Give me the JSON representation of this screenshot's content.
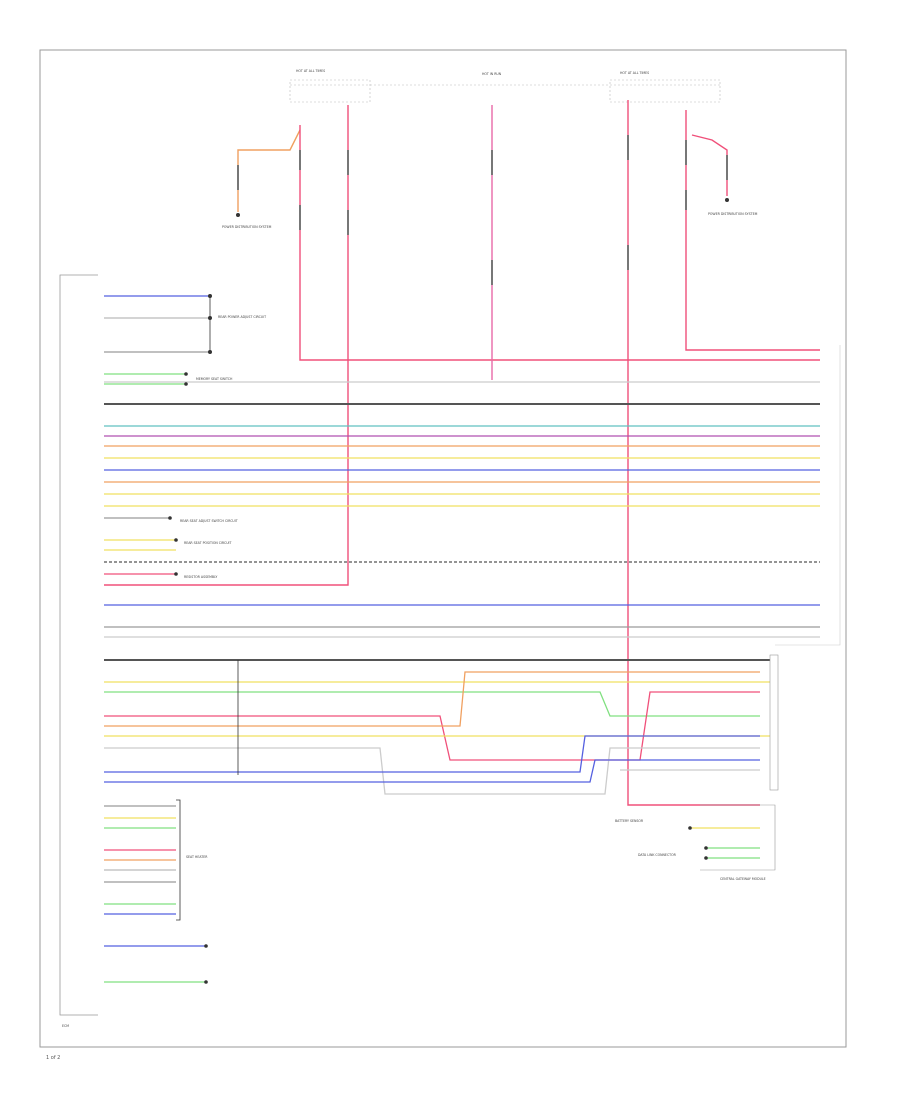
{
  "frame": {
    "corner_label": "1 of 2",
    "module_label": "ECM"
  },
  "colors": {
    "red": "#f0507a",
    "pink": "#e86aa8",
    "blue": "#5560e0",
    "yellow": "#f0e060",
    "green": "#80e080",
    "orange": "#f0a060",
    "teal": "#60c0c0",
    "purple": "#b050b0",
    "gray": "#9a9a9a",
    "black": "#333333",
    "light_gray": "#cccccc"
  },
  "top_labels": {
    "fuse_box_1": "HOT AT ALL TIMES",
    "fuse_box_2": "HOT IN RUN",
    "fuse_box_3": "HOT AT ALL TIMES",
    "power_dist_left": "POWER DISTRIBUTION SYSTEM",
    "power_dist_right": "POWER DISTRIBUTION SYSTEM"
  },
  "right_module": {
    "label": "CENTRAL GATEWAY MODULE"
  },
  "left_notes": {
    "rear_adjust": "REAR POWER ADJUST CIRCUIT",
    "memory_switch": "MEMORY SEAT SWITCH",
    "seat_heater": "SEAT HEATER",
    "entry_a": "REAR SEAT ADJUST SWITCH CIRCUIT",
    "entry_b": "REAR SEAT POSITION CIRCUIT",
    "entry_c": "RESISTOR ASSEMBLY",
    "battery_sensor": "BATTERY SENSOR",
    "data_link": "DATA LINK CONNECTOR"
  }
}
